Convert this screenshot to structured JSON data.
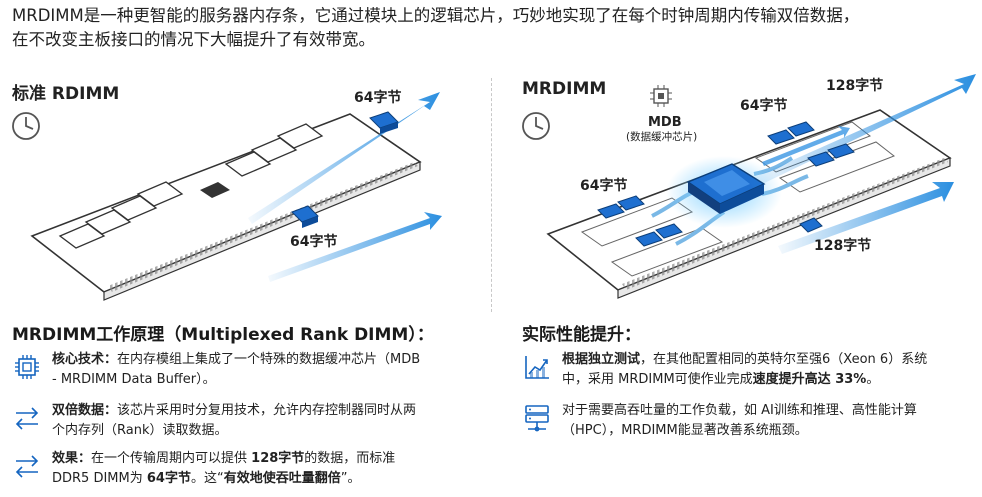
{
  "intro": {
    "line1": "MRDIMM是一种更智能的服务器内存条，它通过模块上的逻辑芯片，巧妙地实现了在每个时钟周期内传输双倍数据，",
    "line2": "在不改变主板接口的情况下大幅提升了有效带宽。"
  },
  "left_panel": {
    "title": "标准 RDIMM",
    "label_top": "64字节",
    "label_bottom": "64字节"
  },
  "right_panel": {
    "title": "MRDIMM",
    "mdb_title": "MDB",
    "mdb_subtitle": "(数据缓冲芯片)",
    "label_mid": "64字节",
    "label_top": "128字节",
    "label_left": "64字节",
    "label_bottom": "128字节"
  },
  "principle": {
    "title": "MRDIMM工作原理（Multiplexed Rank DIMM）：",
    "items": [
      {
        "icon": "chip-icon",
        "bold": "核心技术：",
        "text1": "在内存模组上集成了一个特殊的数据缓冲芯片（MDB",
        "text2": "- MRDIMM Data Buffer）。"
      },
      {
        "icon": "double-arrow-icon",
        "bold": "双倍数据：",
        "text1": "该芯片采用时分复用技术，允许内存控制器同时从两",
        "text2": "个内存列（Rank）读取数据。"
      },
      {
        "icon": "double-arrow-icon",
        "bold": "效果：",
        "text1a": "在一个传输周期内可以提供 ",
        "bold2": "128字节",
        "text1b": "的数据，而标准",
        "text2a": "DDR5 DIMM为 ",
        "bold3": "64字节",
        "text2b": "。这“",
        "bold4": "有效地使吞吐量翻倍",
        "text2c": "”。"
      }
    ]
  },
  "performance": {
    "title": "实际性能提升：",
    "items": [
      {
        "icon": "chart-icon",
        "bold": "根据独立测试",
        "text1": "，在其他配置相同的英特尔至强6（Xeon 6）系统",
        "text2a": "中，采用 MRDIMM可使作业完成",
        "bold2": "速度提升高达 33%",
        "text2b": "。"
      },
      {
        "icon": "server-icon",
        "text1": "对于需要高吞吐量的工作负载，如 AI训练和推理、高性能计算",
        "text2": "（HPC），MRDIMM能显著改善系统瓶颈。"
      }
    ]
  },
  "colors": {
    "accent": "#1565c0",
    "chip": "#1e6fd0",
    "arrow": "#2b8fe0"
  }
}
